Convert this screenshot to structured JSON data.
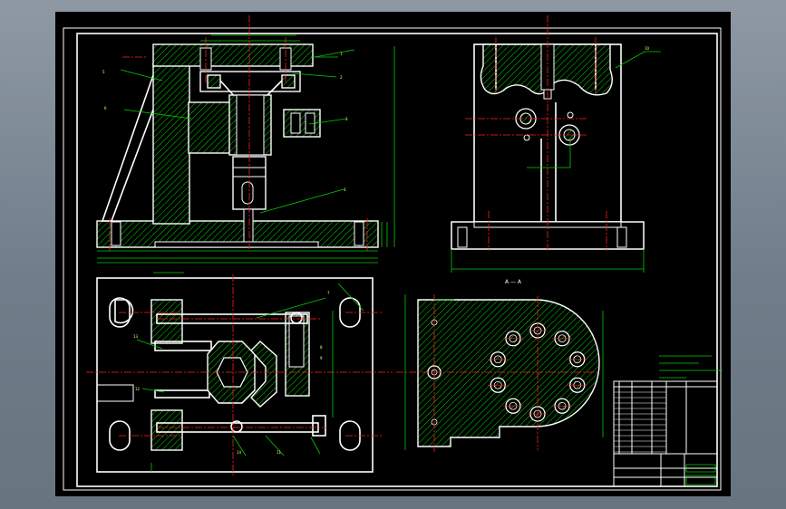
{
  "views": {
    "section_label": "A — A"
  },
  "balloons": [
    "1",
    "2",
    "3",
    "4",
    "5",
    "6",
    "7",
    "8",
    "9",
    "10",
    "11",
    "12",
    "13",
    "14"
  ],
  "colors": {
    "outline": "#ffffff",
    "hatch": "#00c800",
    "centerline": "#ff2020",
    "dimension": "#00d000",
    "background": "#000000"
  }
}
